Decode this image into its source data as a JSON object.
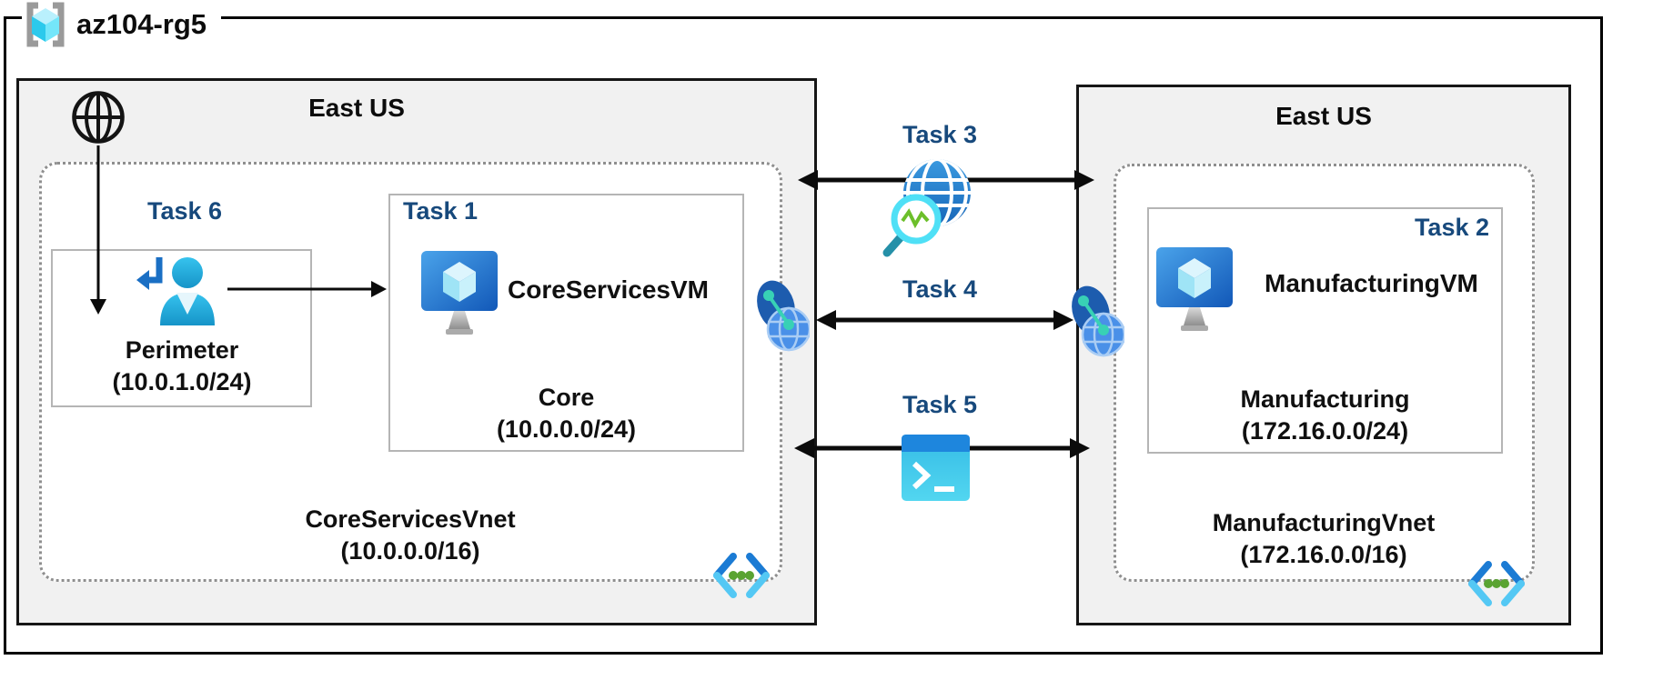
{
  "diagram": {
    "resource_group": {
      "label": "az104-rg5"
    },
    "region_left": {
      "title": "East US"
    },
    "region_right": {
      "title": "East US"
    },
    "vnet_core": {
      "name": "CoreServicesVnet",
      "cidr": "(10.0.0.0/16)"
    },
    "vnet_manufacturing": {
      "name": "ManufacturingVnet",
      "cidr": "(172.16.0.0/16)"
    },
    "subnet_perimeter": {
      "name": "Perimeter",
      "cidr": "(10.0.1.0/24)"
    },
    "subnet_core": {
      "name": "Core",
      "cidr": "(10.0.0.0/24)"
    },
    "subnet_manufacturing": {
      "name": "Manufacturing",
      "cidr": "(172.16.0.0/24)"
    },
    "vm_core": {
      "name": "CoreServicesVM"
    },
    "vm_manufacturing": {
      "name": "ManufacturingVM"
    },
    "tasks": {
      "task1": "Task 1",
      "task2": "Task 2",
      "task3": "Task 3",
      "task4": "Task 4",
      "task5": "Task 5",
      "task6": "Task 6"
    },
    "icons": {
      "resource_group": "gray-brackets-with-cyan-cube",
      "internet": "black-outline-globe",
      "user": "person-with-return-arrow",
      "vm": "monitor-with-cube",
      "peering": "vnet-peering-overlapping-globes",
      "network_watcher": "globe-with-magnifier-pulse",
      "cloud_shell": "terminal-prompt-window",
      "vnet": "chevrons-with-green-dots"
    },
    "colors": {
      "task_label": "#17497C",
      "region_fill": "#F1F1F1",
      "outline": "#000000",
      "subnet_border": "#B5B5B5",
      "vnet_border": "#8F8F8F",
      "azure_blue": "#1E86DD",
      "cyan": "#4FD0EF",
      "teal": "#38D1B5",
      "green": "#5AA332"
    }
  }
}
